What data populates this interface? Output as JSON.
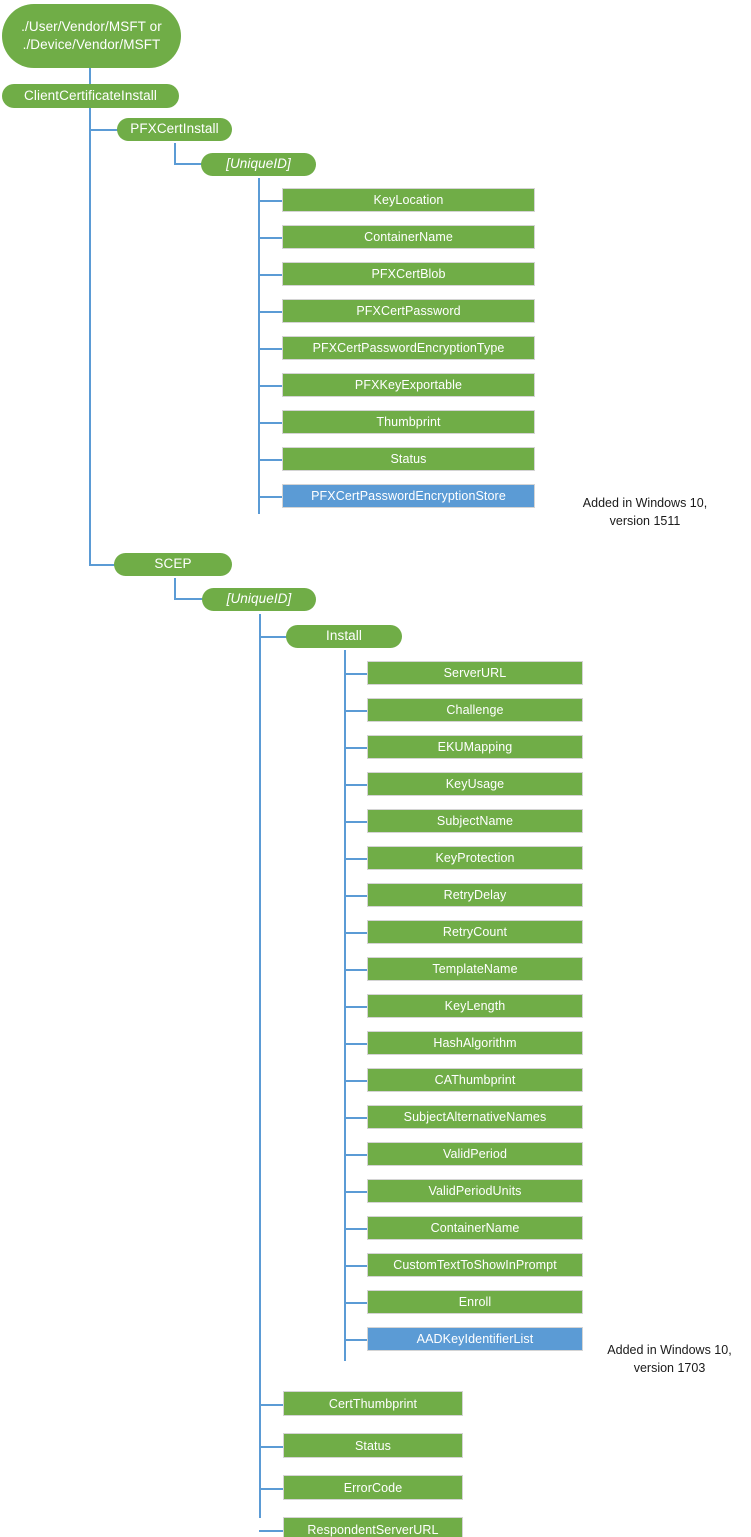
{
  "colors": {
    "node_green": "#70AD47",
    "node_blue": "#5B9BD5",
    "connector": "#5B9BD5",
    "text_on_node": "#FFFFFF",
    "annotation_text": "#1A1A1A",
    "background": "#FFFFFF"
  },
  "diagram": {
    "type": "tree",
    "title": "ClientCertificateInstall CSP node tree"
  },
  "root": {
    "label": "./User/Vendor/MSFT or\n./Device/Vendor/MSFT"
  },
  "level1": {
    "label": "ClientCertificateInstall"
  },
  "pfx": {
    "branch_label": "PFXCertInstall",
    "uniqueid_label": "[UniqueID]",
    "children": [
      {
        "label": "KeyLocation",
        "color": "green"
      },
      {
        "label": "ContainerName",
        "color": "green"
      },
      {
        "label": "PFXCertBlob",
        "color": "green"
      },
      {
        "label": "PFXCertPassword",
        "color": "green"
      },
      {
        "label": "PFXCertPasswordEncryptionType",
        "color": "green"
      },
      {
        "label": "PFXKeyExportable",
        "color": "green"
      },
      {
        "label": "Thumbprint",
        "color": "green"
      },
      {
        "label": "Status",
        "color": "green"
      },
      {
        "label": "PFXCertPasswordEncryptionStore",
        "color": "blue"
      }
    ],
    "annotation": "Added in Windows 10,\nversion 1511"
  },
  "scep": {
    "branch_label": "SCEP",
    "uniqueid_label": "[UniqueID]",
    "install_label": "Install",
    "install_children": [
      {
        "label": "ServerURL",
        "color": "green"
      },
      {
        "label": "Challenge",
        "color": "green"
      },
      {
        "label": "EKUMapping",
        "color": "green"
      },
      {
        "label": "KeyUsage",
        "color": "green"
      },
      {
        "label": "SubjectName",
        "color": "green"
      },
      {
        "label": "KeyProtection",
        "color": "green"
      },
      {
        "label": "RetryDelay",
        "color": "green"
      },
      {
        "label": "RetryCount",
        "color": "green"
      },
      {
        "label": "TemplateName",
        "color": "green"
      },
      {
        "label": "KeyLength",
        "color": "green"
      },
      {
        "label": "HashAlgorithm",
        "color": "green"
      },
      {
        "label": "CAThumbprint",
        "color": "green"
      },
      {
        "label": "SubjectAlternativeNames",
        "color": "green"
      },
      {
        "label": "ValidPeriod",
        "color": "green"
      },
      {
        "label": "ValidPeriodUnits",
        "color": "green"
      },
      {
        "label": "ContainerName",
        "color": "green"
      },
      {
        "label": "CustomTextToShowInPrompt",
        "color": "green"
      },
      {
        "label": "Enroll",
        "color": "green"
      },
      {
        "label": "AADKeyIdentifierList",
        "color": "blue"
      }
    ],
    "annotation": "Added in Windows 10,\nversion 1703",
    "uniqueid_children": [
      {
        "label": "CertThumbprint",
        "color": "green"
      },
      {
        "label": "Status",
        "color": "green"
      },
      {
        "label": "ErrorCode",
        "color": "green"
      },
      {
        "label": "RespondentServerURL",
        "color": "green"
      }
    ]
  }
}
